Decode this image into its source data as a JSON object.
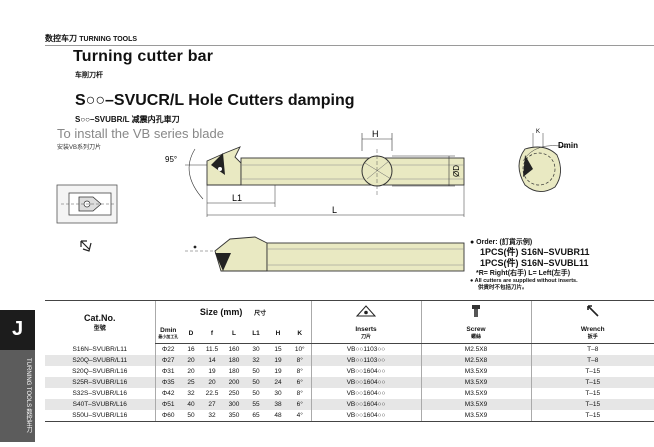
{
  "header": {
    "category_cn": "数控车刀",
    "category_en": "TURNING TOOLS"
  },
  "title": "Turning cutter bar",
  "title_cn": "车削刀杆",
  "subtitle": "S○○–SVUCR/L Hole Cutters damping",
  "subtitle_cn": "S○○–SVUBR/L 减震内孔車刀",
  "install_note": "To install the VB series blade",
  "install_note_cn": "安装VB系列刀片",
  "dimension_labels": {
    "angle": "95°",
    "h": "H",
    "d": "ØD",
    "l1": "L1",
    "l": "L",
    "k": "K",
    "dmin": "Dmin"
  },
  "order": {
    "label": "● Order: (訂貨示例)",
    "line1": "1PCS(件) S16N–SVUBR11",
    "line2": "1PCS(件) S16N–SVUBL11",
    "hand_note": "*R= Right(右手)   L= Left(左手)",
    "supply_note_en": "● All cutters are supplied without inserts.",
    "supply_note_cn": "供貨时不包括刀片。"
  },
  "side_tab": {
    "letter": "J",
    "text": "TURNING TOOLS 数控车刀"
  },
  "table": {
    "catno_label": "Cat.No.",
    "catno_cn": "型號",
    "size_label": "Size (mm)",
    "size_cn": "尺寸",
    "cols": [
      "Dmin",
      "D",
      "f",
      "L",
      "L1",
      "H",
      "K"
    ],
    "dmin_cn": "最小加工孔",
    "inserts_label": "Inserts",
    "inserts_cn": "刀片",
    "screw_label": "Screw",
    "screw_cn": "螺絲",
    "wrench_label": "Wrench",
    "wrench_cn": "扳手",
    "rows": [
      {
        "cat": "S16N–SVUBR/L11",
        "dmin": "Φ22",
        "d": "16",
        "f": "11.5",
        "l": "160",
        "l1": "30",
        "h": "15",
        "k": "10°",
        "insert": "VB○○1103○○",
        "screw": "M2.5X8",
        "wrench": "T–8"
      },
      {
        "cat": "S20Q–SVUBR/L11",
        "dmin": "Φ27",
        "d": "20",
        "f": "14",
        "l": "180",
        "l1": "32",
        "h": "19",
        "k": "8°",
        "insert": "VB○○1103○○",
        "screw": "M2.5X8",
        "wrench": "T–8"
      },
      {
        "cat": "S20Q–SVUBR/L16",
        "dmin": "Φ31",
        "d": "20",
        "f": "19",
        "l": "180",
        "l1": "50",
        "h": "19",
        "k": "8°",
        "insert": "VB○○1604○○",
        "screw": "M3.5X9",
        "wrench": "T–15"
      },
      {
        "cat": "S25R–SVUBR/L16",
        "dmin": "Φ35",
        "d": "25",
        "f": "20",
        "l": "200",
        "l1": "50",
        "h": "24",
        "k": "6°",
        "insert": "VB○○1604○○",
        "screw": "M3.5X9",
        "wrench": "T–15"
      },
      {
        "cat": "S32S–SVUBR/L16",
        "dmin": "Φ42",
        "d": "32",
        "f": "22.5",
        "l": "250",
        "l1": "50",
        "h": "30",
        "k": "8°",
        "insert": "VB○○1604○○",
        "screw": "M3.5X9",
        "wrench": "T–15"
      },
      {
        "cat": "S40T–SVUBR/L16",
        "dmin": "Φ51",
        "d": "40",
        "f": "27",
        "l": "300",
        "l1": "55",
        "h": "38",
        "k": "6°",
        "insert": "VB○○1604○○",
        "screw": "M3.5X9",
        "wrench": "T–15"
      },
      {
        "cat": "S50U–SVUBR/L16",
        "dmin": "Φ60",
        "d": "50",
        "f": "32",
        "l": "350",
        "l1": "65",
        "h": "48",
        "k": "4°",
        "insert": "VB○○1604○○",
        "screw": "M3.5X9",
        "wrench": "T–15"
      }
    ]
  },
  "colors": {
    "tool_body": "#e9e9c2",
    "side_black": "#1c1c1c",
    "side_gray": "#5c5c5c",
    "insert": "#222222"
  }
}
